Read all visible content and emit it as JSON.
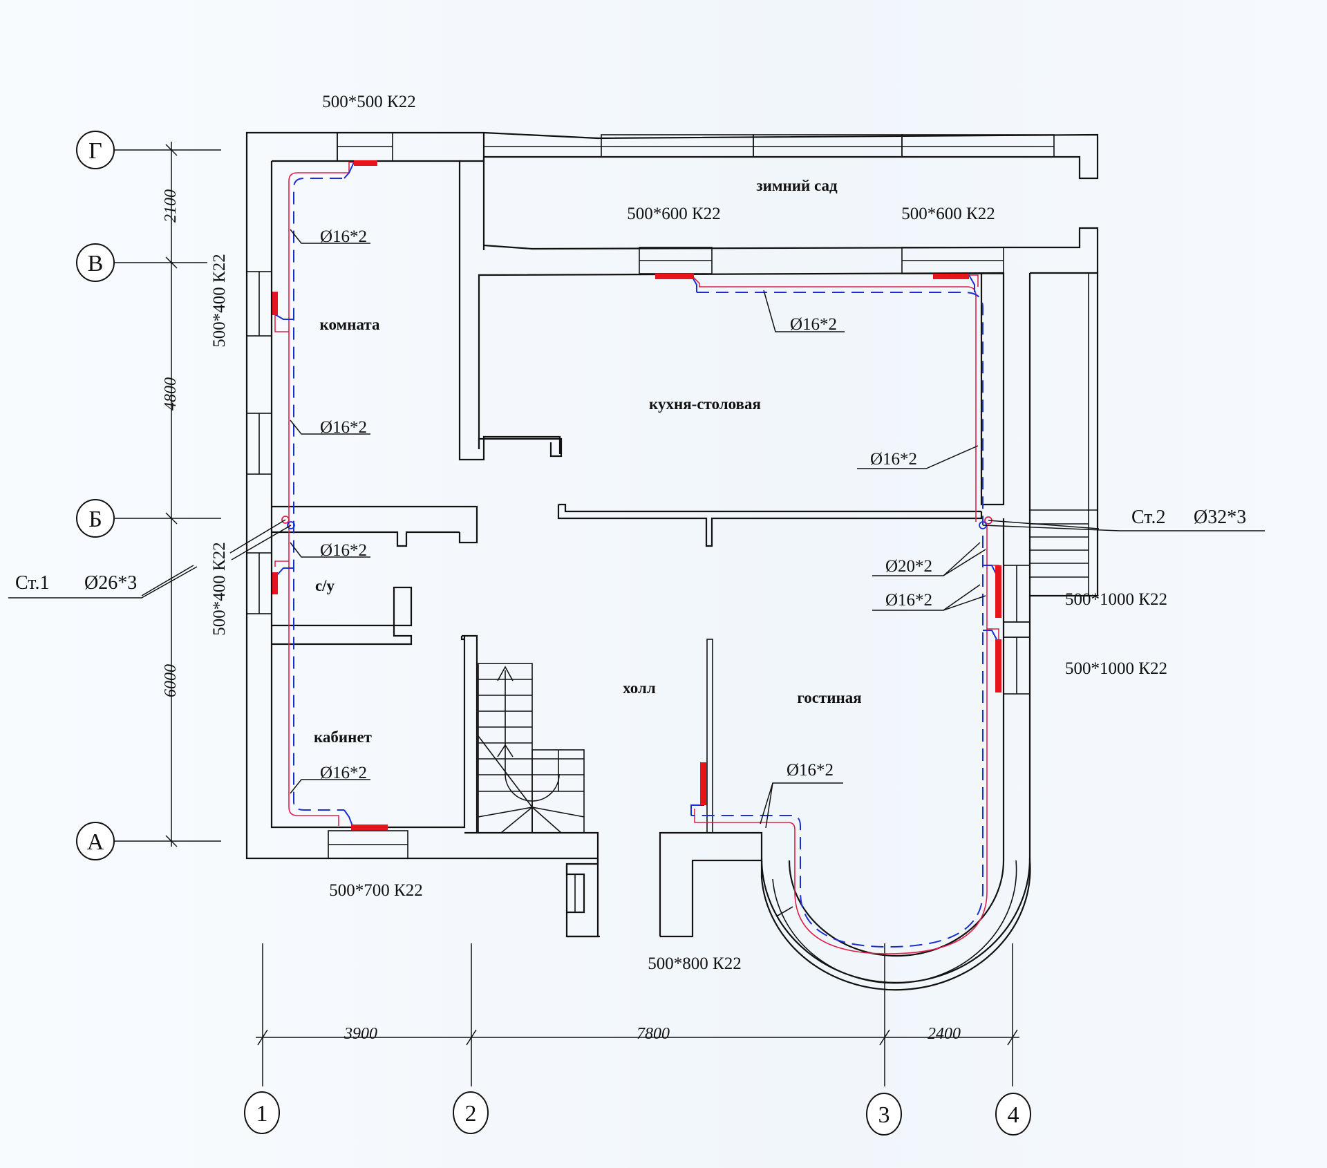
{
  "drawing": {
    "type": "heating floor plan",
    "colors": {
      "supply_pipe": "#e0204a",
      "return_pipe": "#1a2fd0",
      "radiator": "#e8141c",
      "lines": "#111111"
    }
  },
  "axes": {
    "rows": [
      {
        "id": "Г",
        "label": "Г"
      },
      {
        "id": "В",
        "label": "В"
      },
      {
        "id": "Б",
        "label": "Б"
      },
      {
        "id": "А",
        "label": "А"
      }
    ],
    "columns": [
      {
        "id": "1",
        "label": "1"
      },
      {
        "id": "2",
        "label": "2"
      },
      {
        "id": "3",
        "label": "3"
      },
      {
        "id": "4",
        "label": "4"
      }
    ]
  },
  "dimensions": {
    "vertical": [
      "2100",
      "4800",
      "6000"
    ],
    "horizontal": [
      "3900",
      "7800",
      "2400"
    ]
  },
  "rooms": {
    "winter_garden": "зимний сад",
    "room": "комната",
    "kitchen_dining": "кухня-столовая",
    "wc": "с/у",
    "hall": "холл",
    "living": "гостиная",
    "study": "кабинет"
  },
  "radiators": {
    "top_left": "500*500 К22",
    "winter_garden_left": "500*600 К22",
    "winter_garden_right": "500*600 К22",
    "left_upper": "500*400 К22",
    "left_lower": "500*400 К22",
    "right_upper": "500*1000 К22",
    "right_lower": "500*1000 К22",
    "study_bottom": "500*700 К22",
    "living_bottom": "500*800 К22"
  },
  "pipes": {
    "room_1": "Ø16*2",
    "room_2": "Ø16*2",
    "kitchen_top": "Ø16*2",
    "kitchen_right": "Ø16*2",
    "wc": "Ø16*2",
    "study": "Ø16*2",
    "living_right_1": "Ø20*2",
    "living_right_2": "Ø16*2",
    "living_bottom": "Ø16*2"
  },
  "risers": {
    "st1": {
      "name": "Ст.1",
      "size": "Ø26*3"
    },
    "st2": {
      "name": "Ст.2",
      "size": "Ø32*3"
    }
  }
}
